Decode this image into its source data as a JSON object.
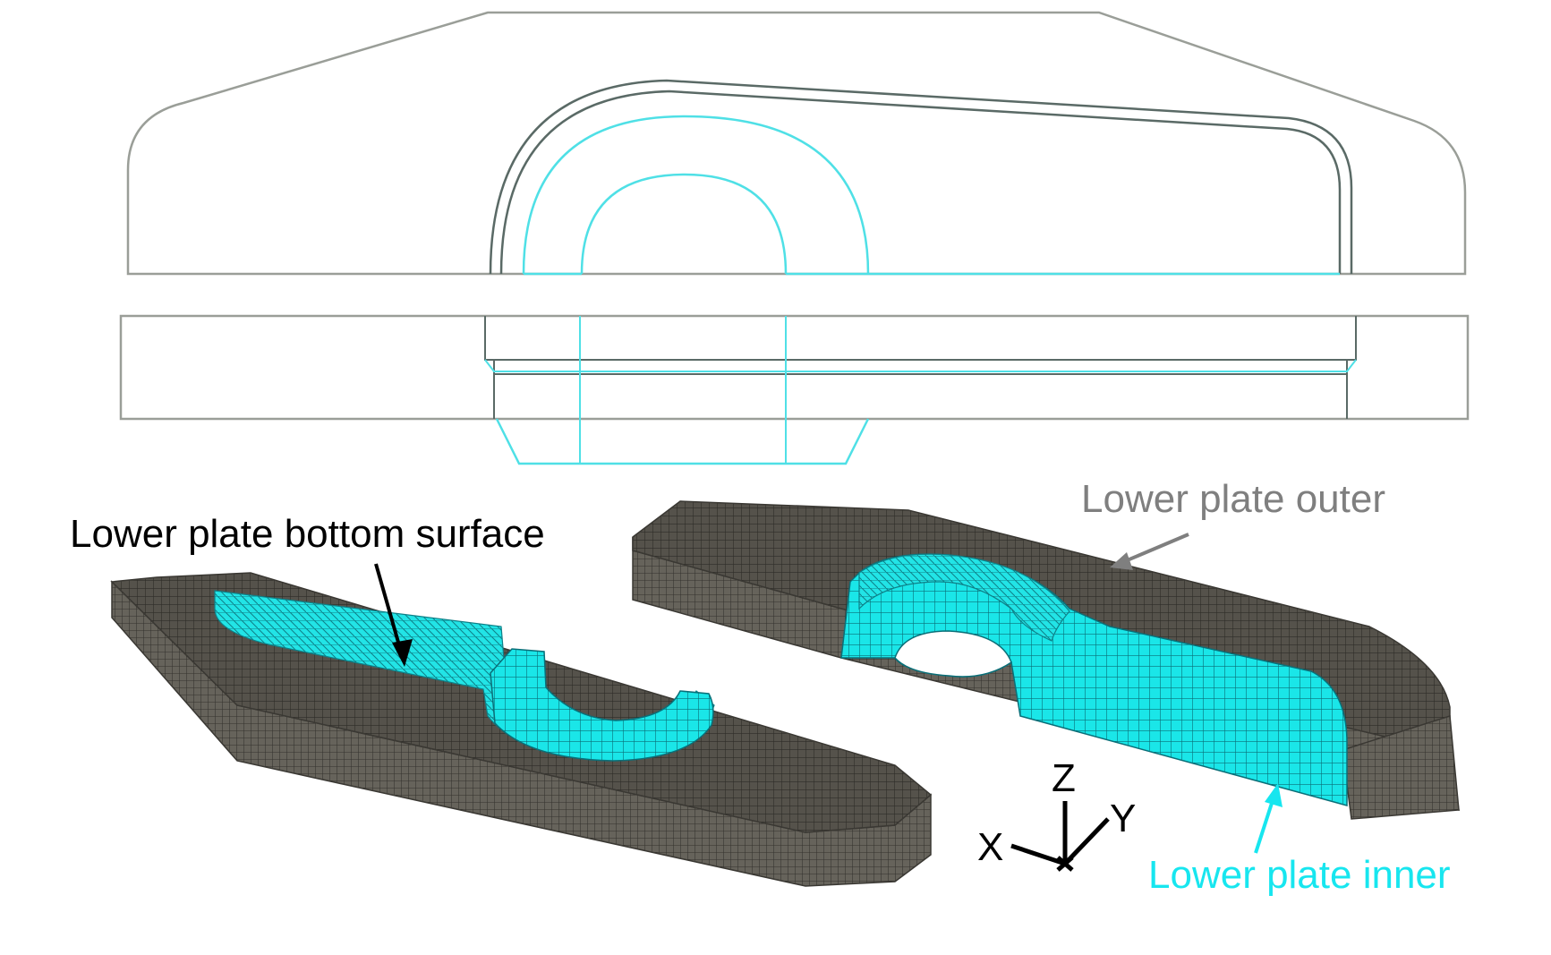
{
  "labels": {
    "bottom_surface": "Lower plate bottom surface",
    "outer": "Lower plate outer",
    "inner": "Lower plate inner"
  },
  "axes": {
    "x": "X",
    "y": "Y",
    "z": "Z"
  },
  "colors": {
    "outline_gray": "#8a8f88",
    "outline_dark": "#5a6a66",
    "outline_cyan": "#4fe0e6",
    "mesh_dark": "#4a4740",
    "mesh_cyan": "#16e8ea",
    "label_gray": "#7f7f7f",
    "label_cyan": "#17e6ef",
    "label_black": "#000000"
  }
}
